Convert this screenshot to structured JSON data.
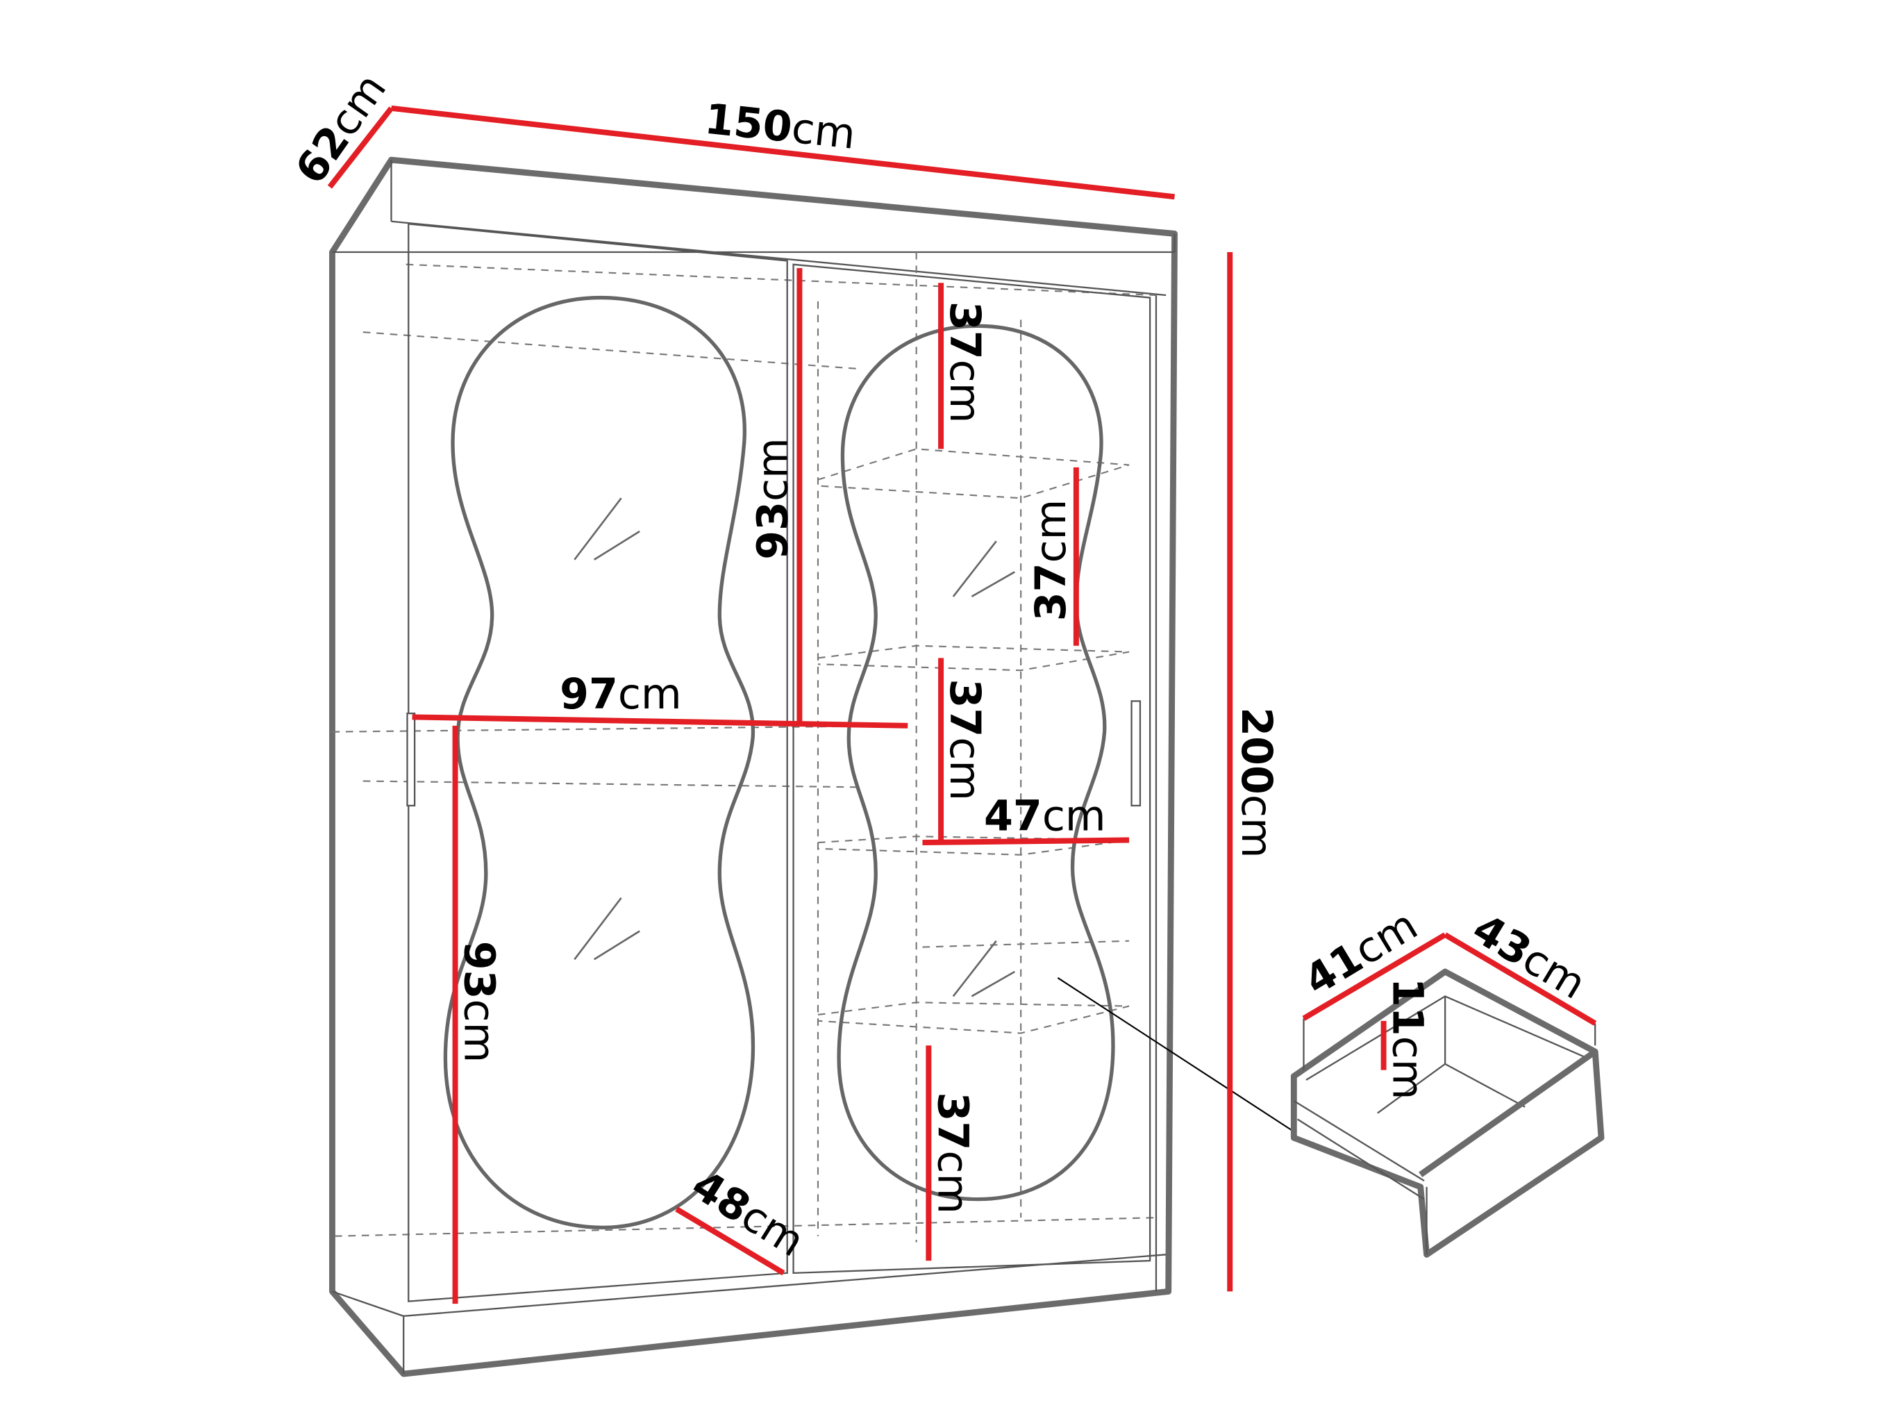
{
  "colors": {
    "dimension_line": "#e31e24",
    "outline": "#6b6b6b",
    "text": "#000000"
  },
  "dimensions": {
    "depth": {
      "value": "62",
      "unit": "cm"
    },
    "width": {
      "value": "150",
      "unit": "cm"
    },
    "height": {
      "value": "200",
      "unit": "cm"
    },
    "shelf_top": {
      "value": "37",
      "unit": "cm"
    },
    "shelf_2": {
      "value": "37",
      "unit": "cm"
    },
    "shelf_3": {
      "value": "37",
      "unit": "cm"
    },
    "shelf_bottom": {
      "value": "37",
      "unit": "cm"
    },
    "shelf_width": {
      "value": "47",
      "unit": "cm"
    },
    "rail_width": {
      "value": "97",
      "unit": "cm"
    },
    "upper_hanging": {
      "value": "93",
      "unit": "cm"
    },
    "lower_hanging": {
      "value": "93",
      "unit": "cm"
    },
    "inner_depth": {
      "value": "48",
      "unit": "cm"
    },
    "drawer_depth": {
      "value": "41",
      "unit": "cm"
    },
    "drawer_width": {
      "value": "43",
      "unit": "cm"
    },
    "drawer_height": {
      "value": "11",
      "unit": "cm"
    }
  }
}
